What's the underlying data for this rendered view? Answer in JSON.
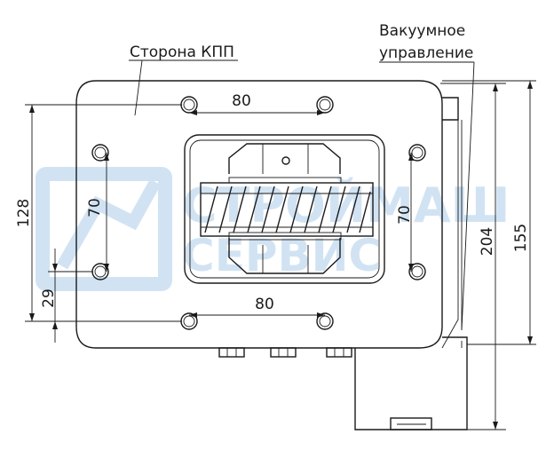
{
  "labels": {
    "gearbox_side": "Сторона КПП",
    "vacuum_line1": "Вакуумное",
    "vacuum_line2": "управление"
  },
  "dimensions": {
    "top_spacing": "80",
    "bottom_spacing": "80",
    "left_height": "128",
    "left_inner": "70",
    "right_inner": "70",
    "left_offset": "29",
    "right_total": "204",
    "right_far": "155"
  },
  "watermark": {
    "line1": "СТРОЙМАШ",
    "line2": "СЕРВИС"
  }
}
